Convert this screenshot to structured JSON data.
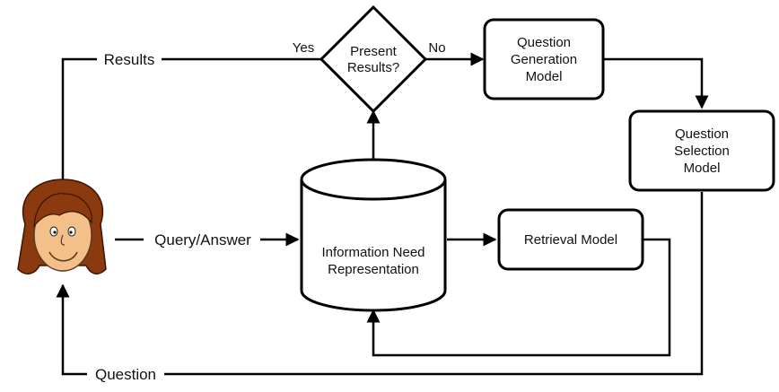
{
  "nodes": {
    "decision": {
      "line1": "Present",
      "line2": "Results?"
    },
    "question_generation": {
      "line1": "Question",
      "line2": "Generation",
      "line3": "Model"
    },
    "question_selection": {
      "line1": "Question",
      "line2": "Selection",
      "line3": "Model"
    },
    "information_need": {
      "line1": "Information Need",
      "line2": "Representation"
    },
    "retrieval_model": {
      "label": "Retrieval Model"
    }
  },
  "edges": {
    "results": "Results",
    "yes": "Yes",
    "no": "No",
    "query_answer": "Query/Answer",
    "question": "Question"
  },
  "colors": {
    "skin": "#f4c08a",
    "hair": "#8b3a10",
    "line": "#000000"
  }
}
